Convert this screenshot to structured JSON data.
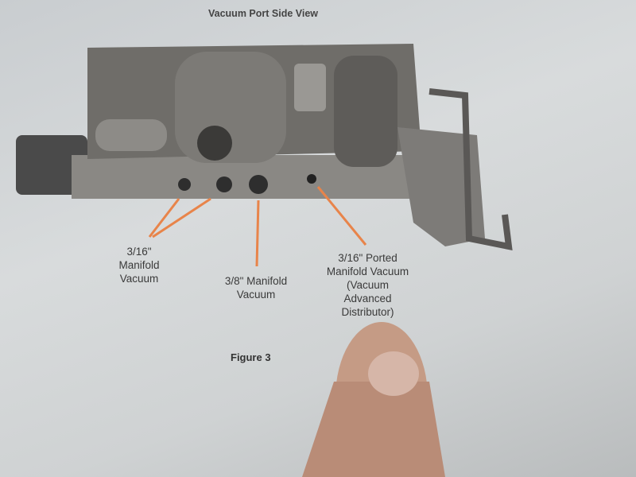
{
  "title": "Vacuum Port Side View",
  "labels": {
    "manifold_316": [
      "3/16\"",
      "Manifold",
      "Vacuum"
    ],
    "manifold_38": [
      "3/8\" Manifold",
      "Vacuum"
    ],
    "ported_316": [
      "3/16\" Ported",
      "Manifold Vacuum",
      "(Vacuum",
      "Advanced",
      "Distributor)"
    ]
  },
  "caption": "Figure 3",
  "colors": {
    "arrow": "#e8844a",
    "paper": "#d4d7d8",
    "body": "#6e6c68"
  }
}
